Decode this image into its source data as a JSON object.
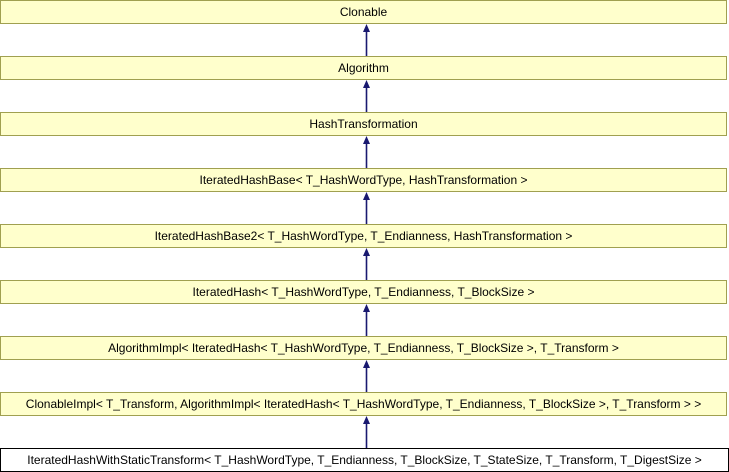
{
  "colors": {
    "node_fill": "#FFFFCC",
    "node_border": "#A0A050",
    "current_fill": "#FFFFFF",
    "current_border": "#000000",
    "arrow": "#191970",
    "text": "#000000"
  },
  "diagram": {
    "type": "class-inheritance-diagram",
    "nodes": [
      {
        "label": "Clonable"
      },
      {
        "label": "Algorithm"
      },
      {
        "label": "HashTransformation"
      },
      {
        "label": "IteratedHashBase< T_HashWordType, HashTransformation >"
      },
      {
        "label": "IteratedHashBase2< T_HashWordType, T_Endianness, HashTransformation >"
      },
      {
        "label": "IteratedHash< T_HashWordType, T_Endianness, T_BlockSize >"
      },
      {
        "label": "AlgorithmImpl< IteratedHash< T_HashWordType, T_Endianness, T_BlockSize >, T_Transform >"
      },
      {
        "label": "ClonableImpl< T_Transform, AlgorithmImpl< IteratedHash< T_HashWordType, T_Endianness, T_BlockSize >, T_Transform > >"
      },
      {
        "label": "IteratedHashWithStaticTransform< T_HashWordType, T_Endianness, T_BlockSize, T_StateSize, T_Transform, T_DigestSize >"
      }
    ],
    "edges": [
      {
        "child": 1,
        "parent": 0
      },
      {
        "child": 2,
        "parent": 1
      },
      {
        "child": 3,
        "parent": 2
      },
      {
        "child": 4,
        "parent": 3
      },
      {
        "child": 5,
        "parent": 4
      },
      {
        "child": 6,
        "parent": 5
      },
      {
        "child": 7,
        "parent": 6
      },
      {
        "child": 8,
        "parent": 7
      }
    ]
  }
}
